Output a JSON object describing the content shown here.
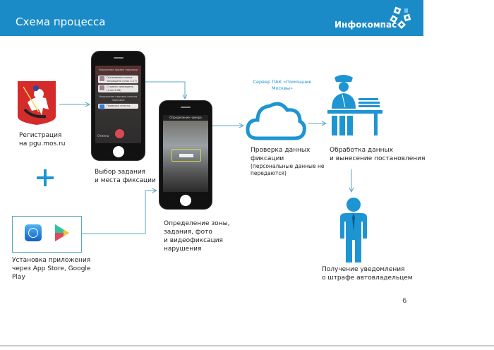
{
  "header": {
    "title": "Схема процесса",
    "logo": "Инфокомпас"
  },
  "steps": {
    "registration": "Регистрация на pgu.mos.ru",
    "registration_lines": [
      "Регистрация",
      "на pgu.mos.ru"
    ],
    "install_lines": [
      "Установка приложения",
      "через App Store, Google",
      "Play"
    ],
    "choose_lines": [
      "Выбор задания",
      "и места фиксации"
    ],
    "define_lines": [
      "Определение зоны,",
      "задания, фото",
      "и видеофиксация",
      "нарушения"
    ],
    "server_lines": [
      "Сервер ПАК «Помощник",
      "Москвы»"
    ],
    "check_lines": [
      "Проверка данных",
      "фиксации"
    ],
    "check_note_lines": [
      "(персональные данные не",
      "передаются)"
    ],
    "process_lines": [
      "Обработка данных",
      "и вынесение постановления"
    ],
    "notify_lines": [
      "Получение уведомления",
      "о штрафе автовладельцем"
    ]
  },
  "phone1": {
    "section1": "Нарушения правил парковки",
    "item1": "Остановка/стоянка запрещена (знак 3.27)",
    "item2": "Стоянка запрещена (знак 3.28)",
    "section2": "Нарушения порядка оплаты парковки",
    "item3": "Проверка оплаты",
    "cancel": "Отмена"
  },
  "phone2": {
    "title": "Определение номера"
  },
  "page_number": "6",
  "colors": {
    "accent": "#1b8bc7",
    "icon": "#1e95d3",
    "arrow": "#5aa7c9"
  }
}
